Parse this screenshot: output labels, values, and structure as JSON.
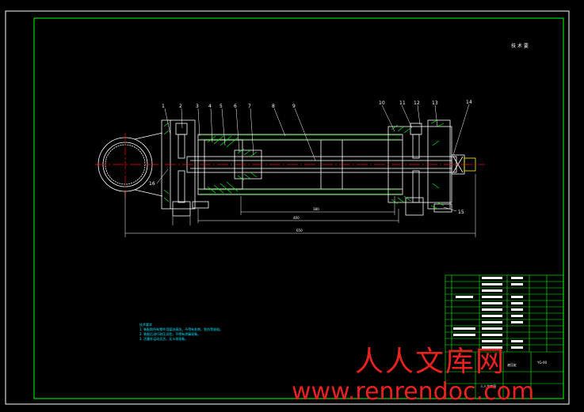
{
  "drawing": {
    "corner_mark": "技 术 要",
    "part_numbers": [
      "1",
      "2",
      "3",
      "4",
      "5",
      "6",
      "7",
      "8",
      "9",
      "10",
      "11",
      "12",
      "13",
      "14",
      "15",
      "16"
    ],
    "dims": {
      "inner": "380",
      "mid": "460",
      "overall": "650"
    },
    "notes": {
      "title": "技术要求",
      "lines": [
        "1. 装配前所有零件用煤油清洗，不得有毛刺、划伤等缺陷。",
        "2. 装配后进行耐压试验，不得有渗漏现象。",
        "3. 活塞杆运动灵活，无卡滞现象。"
      ]
    },
    "title_block": {
      "name": "液压缸",
      "drawing_no": "YG-00",
      "school": "人人文库网"
    }
  },
  "watermark": {
    "text_cn": "人人文库网",
    "url": "www.renrendoc.com",
    "color": "#e8221f"
  },
  "colors": {
    "background": "#000000",
    "frame": "#00ff00",
    "outline": "#ffffff",
    "centerline": "#ff0000",
    "hatch": "#00ff00",
    "dim": "#ffffff",
    "note": "#00e5ff"
  }
}
